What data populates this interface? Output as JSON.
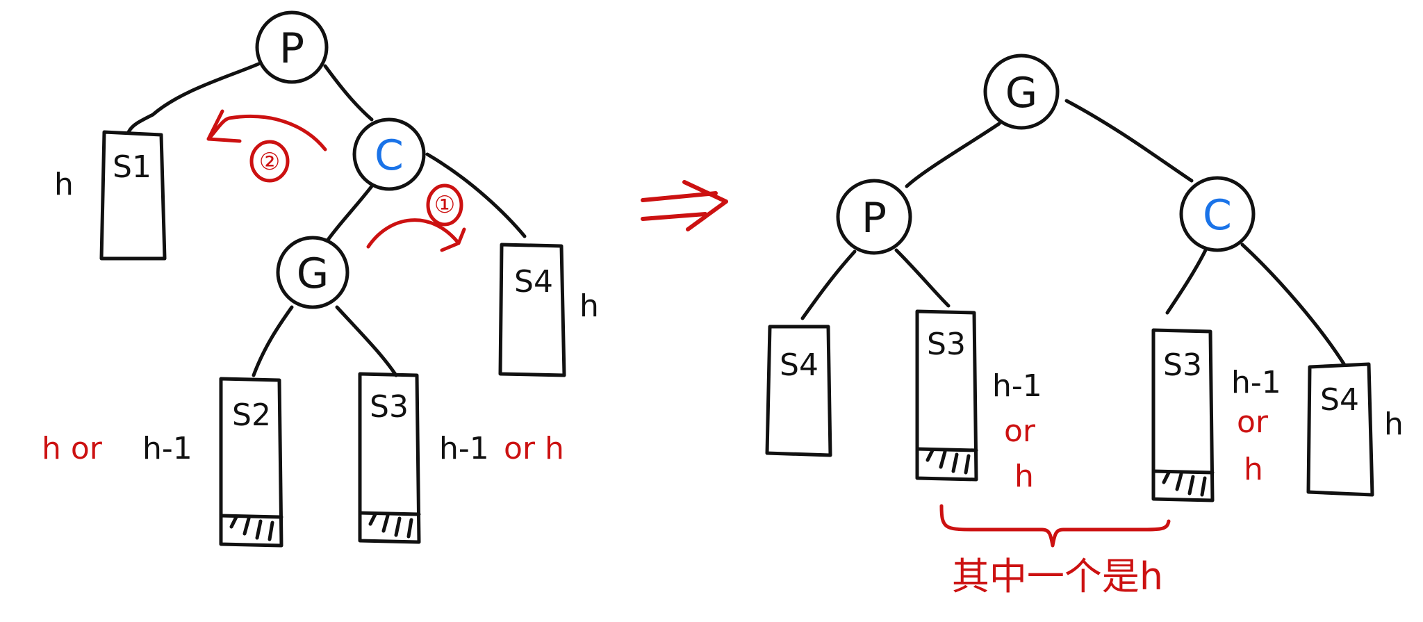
{
  "colors": {
    "ink": "#111111",
    "red": "#cc1111",
    "blue": "#1a73e8",
    "background": "#ffffff"
  },
  "left_tree": {
    "nodes": {
      "p": "P",
      "c": "C",
      "g": "G"
    },
    "subtrees": {
      "s1": "S1",
      "s2": "S2",
      "s3": "S3",
      "s4": "S4"
    },
    "heights": {
      "s1": "h",
      "s4": "h",
      "s2_red": "h or",
      "s2_black": "h-1",
      "s3_black": "h-1",
      "s3_red": "or h"
    },
    "rotation_steps": {
      "step1": "①",
      "step2": "②"
    }
  },
  "arrow": "⇒",
  "right_tree": {
    "nodes": {
      "g": "G",
      "p": "P",
      "c": "C"
    },
    "subtrees": {
      "a": "S4",
      "b": "S3",
      "c": "S3",
      "d": "S4"
    },
    "heights": {
      "b_black": "h-1",
      "b_red_or": "or",
      "b_red_h": "h",
      "c_black": "h-1",
      "c_red_or": "or",
      "c_red_h": "h",
      "d": "h"
    },
    "brace_note": "其中一个是h"
  }
}
